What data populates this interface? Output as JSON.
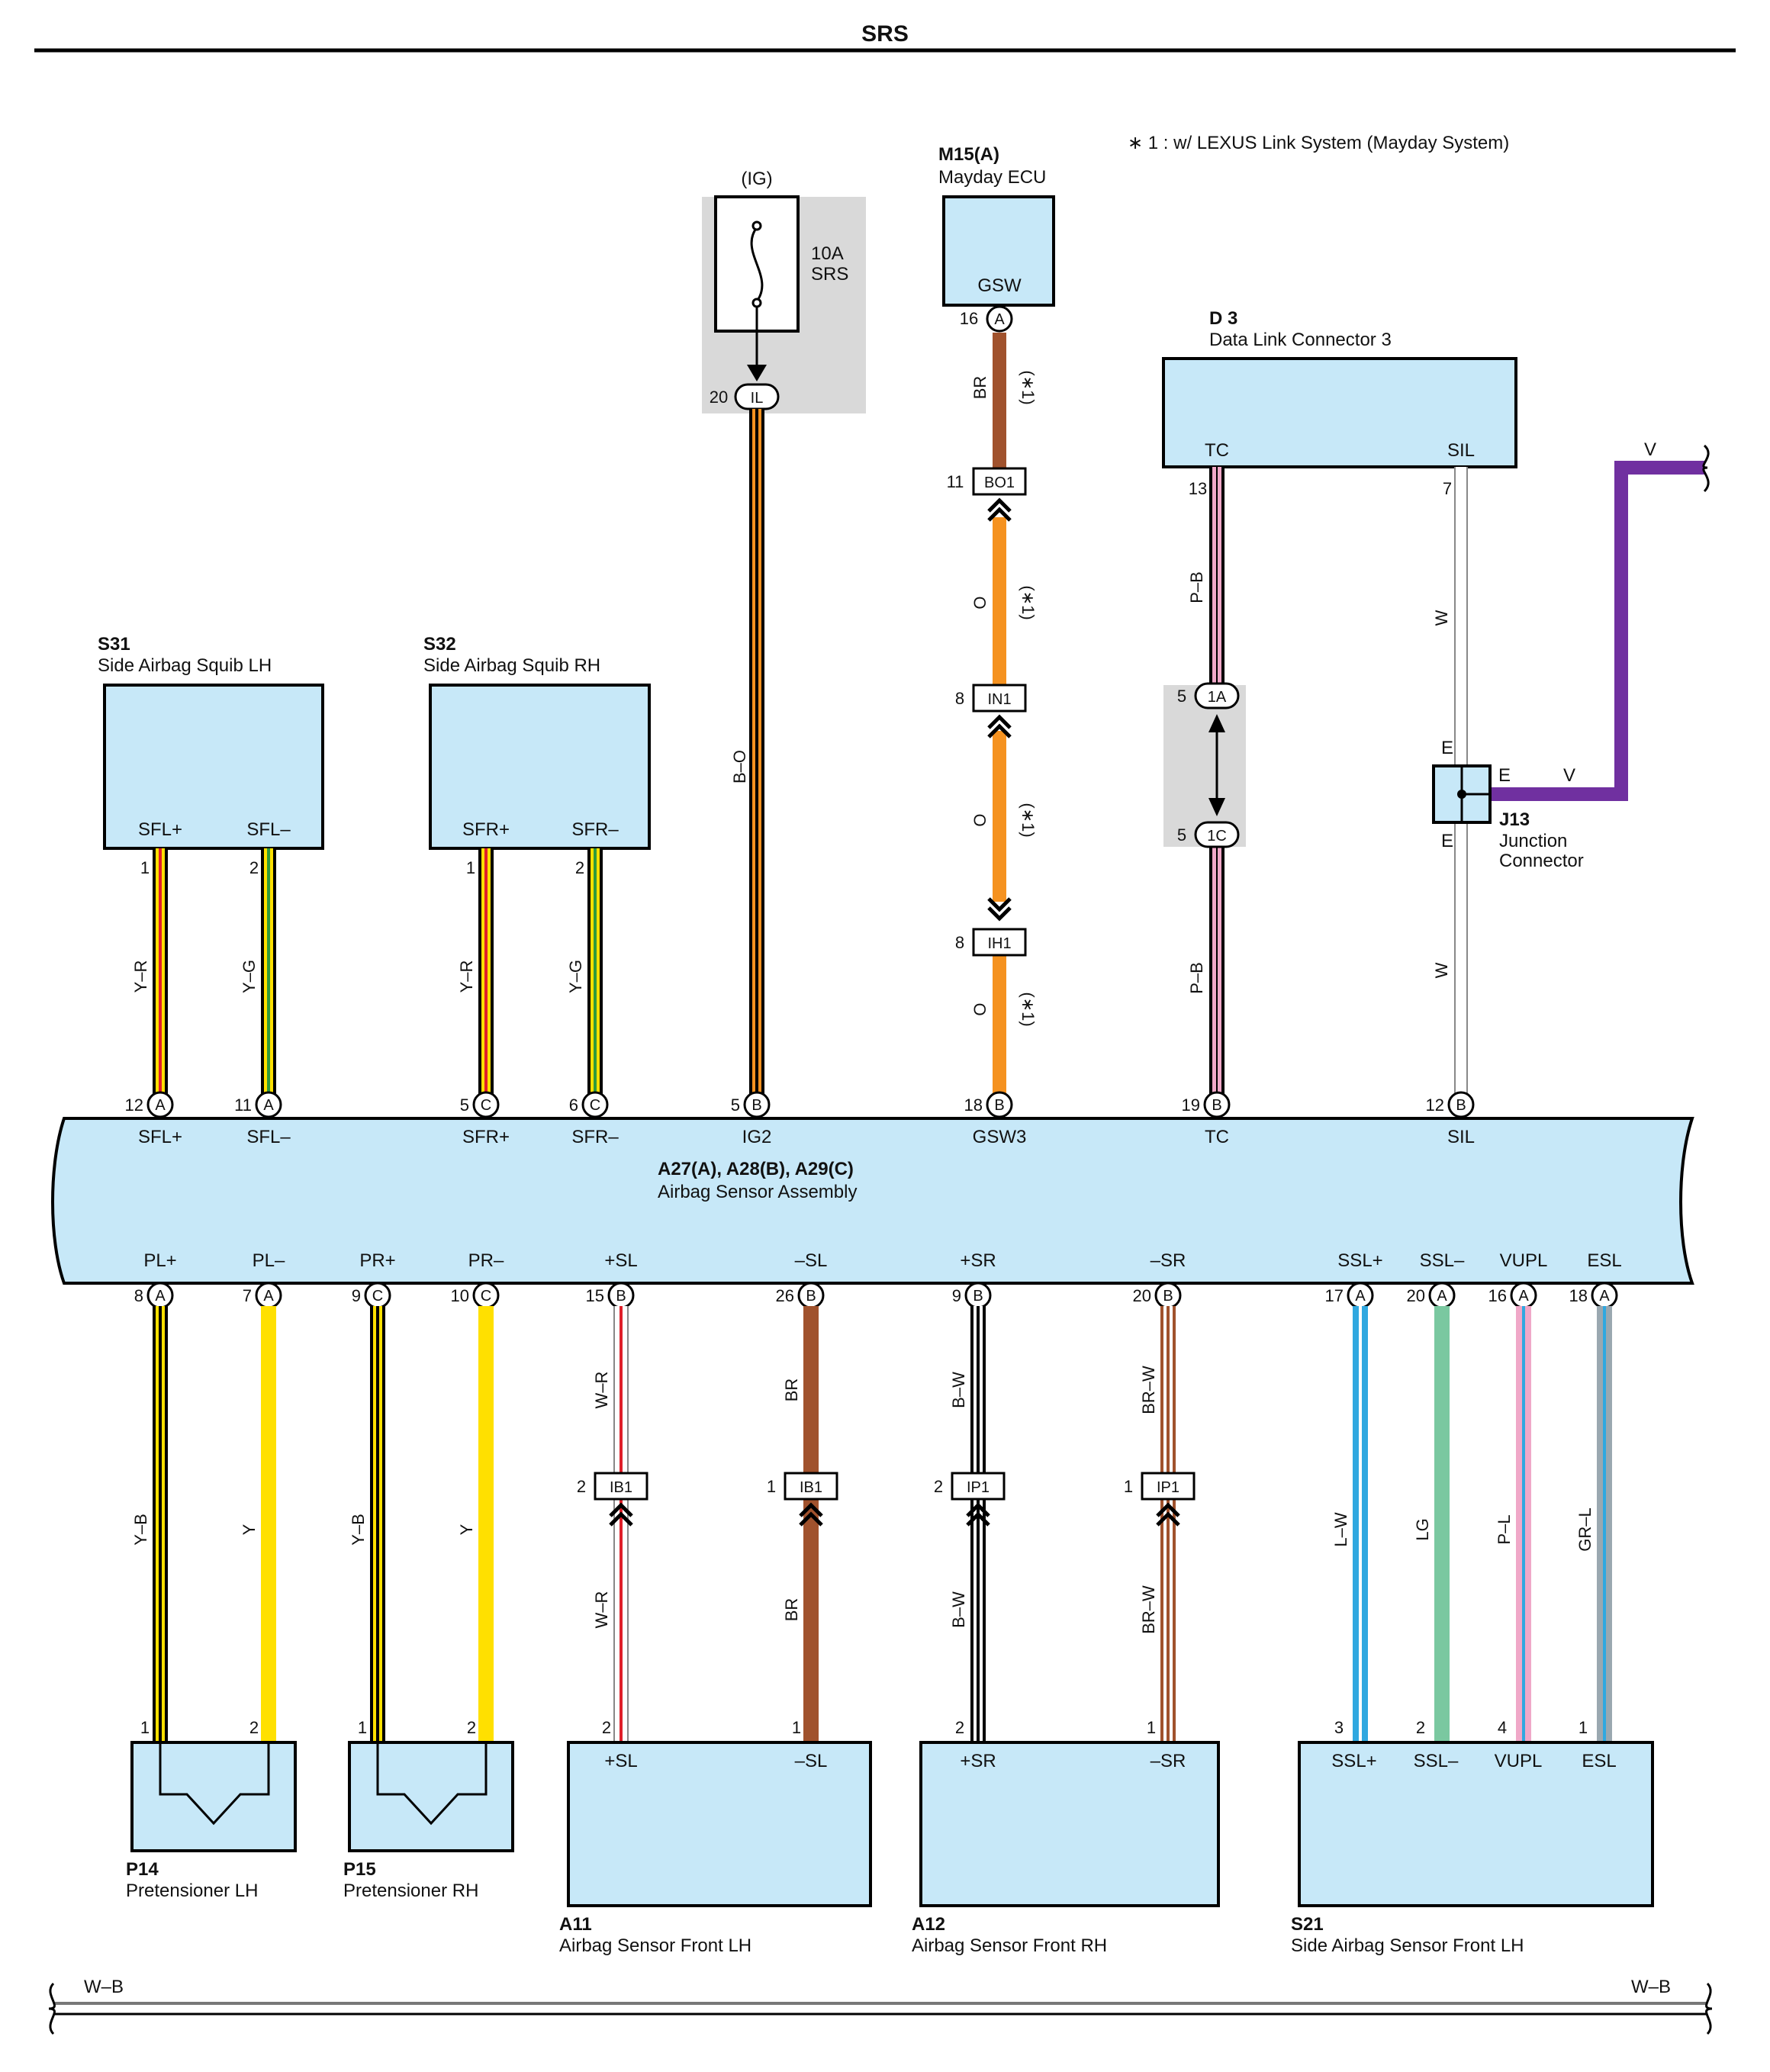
{
  "title": "SRS",
  "note": "∗ 1 : w/ LEXUS Link System (Mayday System)",
  "ground_left": "W–B",
  "ground_right": "W–B",
  "connector_asterisk": "(∗1)",
  "fuse": {
    "source": "(IG)",
    "rating": "10A",
    "name": "SRS",
    "connector_code": "IL",
    "connector_pin": "20"
  },
  "mayday": {
    "id": "M15(A)",
    "name": "Mayday ECU",
    "terminal": "GSW",
    "pin": "16",
    "code": "A"
  },
  "dlc": {
    "id": "D 3",
    "name": "Data Link Connector 3",
    "terminals": [
      "TC",
      "SIL"
    ],
    "pins": [
      "13",
      "7"
    ]
  },
  "junction": {
    "id": "J13",
    "name_line1": "Junction",
    "name_line2": "Connector",
    "e_top": "E",
    "e_right": "E",
    "e_bottom": "E",
    "wire_v": "V",
    "wire_v_right": "V"
  },
  "squibs": [
    {
      "id": "S31",
      "name": "Side Airbag Squib LH",
      "terms": [
        "SFL+",
        "SFL–"
      ],
      "pins": [
        "1",
        "2"
      ]
    },
    {
      "id": "S32",
      "name": "Side Airbag Squib RH",
      "terms": [
        "SFR+",
        "SFR–"
      ],
      "pins": [
        "1",
        "2"
      ]
    }
  ],
  "inline_connectors": [
    {
      "code": "BO1",
      "pin": "11"
    },
    {
      "code": "IN1",
      "pin": "8"
    },
    {
      "code": "IH1",
      "pin": "8"
    },
    {
      "code": "1A",
      "pin": "5"
    },
    {
      "code": "1C",
      "pin": "5"
    },
    {
      "code": "IB1",
      "pin": "2"
    },
    {
      "code": "IB1",
      "pin": "1"
    },
    {
      "code": "IP1",
      "pin": "2"
    },
    {
      "code": "IP1",
      "pin": "1"
    }
  ],
  "ecu": {
    "id": "A27(A), A28(B), A29(C)",
    "name": "Airbag Sensor Assembly",
    "top_pins": [
      {
        "name": "SFL+",
        "pin": "12",
        "code": "A"
      },
      {
        "name": "SFL–",
        "pin": "11",
        "code": "A"
      },
      {
        "name": "SFR+",
        "pin": "5",
        "code": "C"
      },
      {
        "name": "SFR–",
        "pin": "6",
        "code": "C"
      },
      {
        "name": "IG2",
        "pin": "5",
        "code": "B"
      },
      {
        "name": "GSW3",
        "pin": "18",
        "code": "B"
      },
      {
        "name": "TC",
        "pin": "19",
        "code": "B"
      },
      {
        "name": "SIL",
        "pin": "12",
        "code": "B"
      }
    ],
    "bottom_pins": [
      {
        "name": "PL+",
        "pin": "8",
        "code": "A"
      },
      {
        "name": "PL–",
        "pin": "7",
        "code": "A"
      },
      {
        "name": "PR+",
        "pin": "9",
        "code": "C"
      },
      {
        "name": "PR–",
        "pin": "10",
        "code": "C"
      },
      {
        "name": "+SL",
        "pin": "15",
        "code": "B"
      },
      {
        "name": "–SL",
        "pin": "26",
        "code": "B"
      },
      {
        "name": "+SR",
        "pin": "9",
        "code": "B"
      },
      {
        "name": "–SR",
        "pin": "20",
        "code": "B"
      },
      {
        "name": "SSL+",
        "pin": "17",
        "code": "A"
      },
      {
        "name": "SSL–",
        "pin": "20",
        "code": "A"
      },
      {
        "name": "VUPL",
        "pin": "16",
        "code": "A"
      },
      {
        "name": "ESL",
        "pin": "18",
        "code": "A"
      }
    ]
  },
  "wire_labels": {
    "squib": [
      "Y–R",
      "Y–G",
      "Y–R",
      "Y–G"
    ],
    "ig": "B–O",
    "gsw": [
      "BR",
      "O",
      "O",
      "O"
    ],
    "tc": [
      "P–B",
      "P–B"
    ],
    "sil": [
      "W",
      "W"
    ],
    "bottom": [
      "Y–B",
      "Y",
      "Y–B",
      "Y",
      "W–R",
      "BR",
      "B–W",
      "BR–W",
      "L–W",
      "LG",
      "P–L",
      "GR–L"
    ],
    "bottom_lower": [
      "W–R",
      "BR",
      "B–W",
      "BR–W"
    ]
  },
  "pretensioners": [
    {
      "id": "P14",
      "name": "Pretensioner LH",
      "pins": [
        "1",
        "2"
      ]
    },
    {
      "id": "P15",
      "name": "Pretensioner RH",
      "pins": [
        "1",
        "2"
      ]
    }
  ],
  "front_sensors": [
    {
      "id": "A11",
      "name": "Airbag Sensor Front LH",
      "terms": [
        "+SL",
        "–SL"
      ],
      "pins": [
        "2",
        "1"
      ]
    },
    {
      "id": "A12",
      "name": "Airbag Sensor Front RH",
      "terms": [
        "+SR",
        "–SR"
      ],
      "pins": [
        "2",
        "1"
      ]
    }
  ],
  "side_sensor": {
    "id": "S21",
    "name": "Side Airbag Sensor Front LH",
    "terms": [
      "SSL+",
      "SSL–",
      "VUPL",
      "ESL"
    ],
    "pins": [
      "3",
      "2",
      "4",
      "1"
    ]
  },
  "colors": {
    "box_fill": "#c7e8f8",
    "yellow": "#ffe000",
    "red": "#e0202a",
    "green": "#2e9a3c",
    "orange": "#f59220",
    "brown": "#a0522d",
    "pink": "#f0a8c8",
    "purple": "#7030a0",
    "blue": "#30a8e0",
    "lightgreen": "#7ac8a0",
    "gray_box": "#d9d9d9"
  }
}
